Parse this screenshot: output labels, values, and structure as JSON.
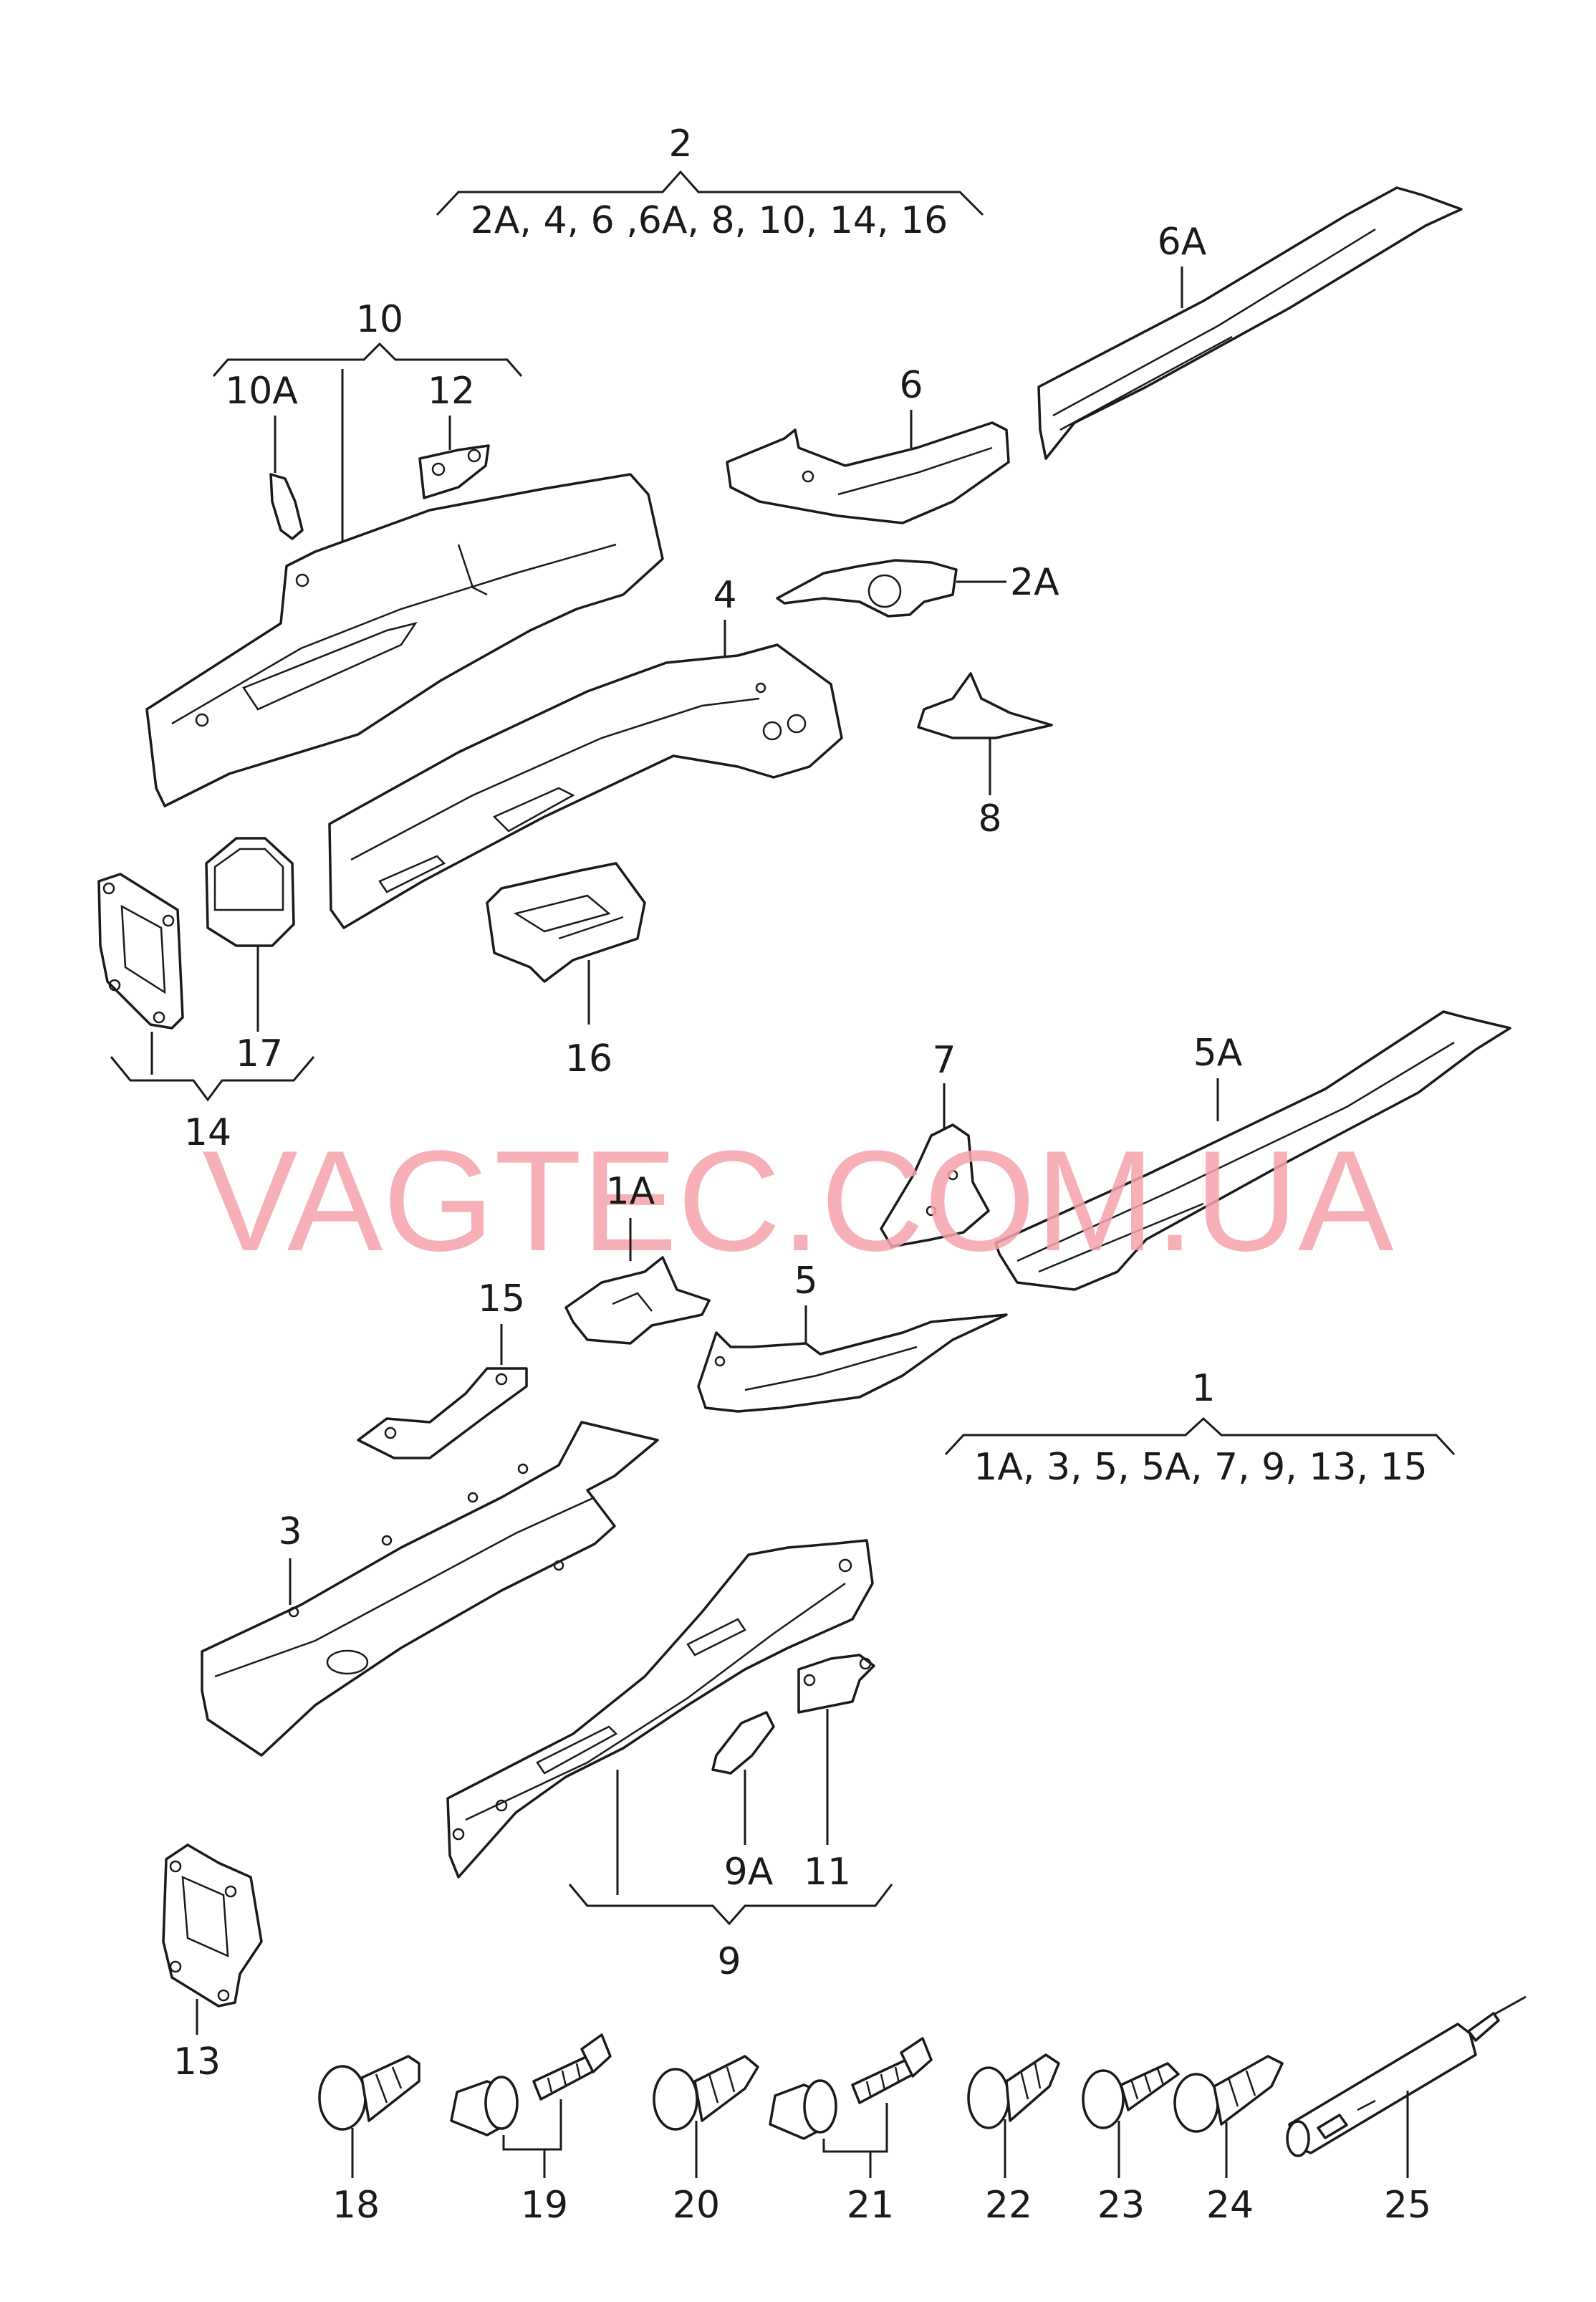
{
  "watermark": "VAGTEC.COM.UA",
  "groups": {
    "g2": {
      "number": "2",
      "members": "2A, 4, 6 ,6A, 8, 10, 14, 16"
    },
    "g10": {
      "number": "10"
    },
    "g14": {
      "number": "14"
    },
    "g1": {
      "number": "1",
      "members": "1A, 3, 5, 5A, 7, 9, 13, 15"
    },
    "g9": {
      "number": "9"
    }
  },
  "labels": {
    "p10A": "10A",
    "p12": "12",
    "p6": "6",
    "p6A": "6A",
    "p2A": "2A",
    "p4": "4",
    "p8": "8",
    "p17": "17",
    "p16": "16",
    "p7": "7",
    "p5A": "5A",
    "p1A": "1A",
    "p15": "15",
    "p5": "5",
    "p3": "3",
    "p9A": "9A",
    "p11": "11",
    "p13": "13",
    "p18": "18",
    "p19": "19",
    "p20": "20",
    "p21": "21",
    "p22": "22",
    "p23": "23",
    "p24": "24",
    "p25": "25"
  }
}
